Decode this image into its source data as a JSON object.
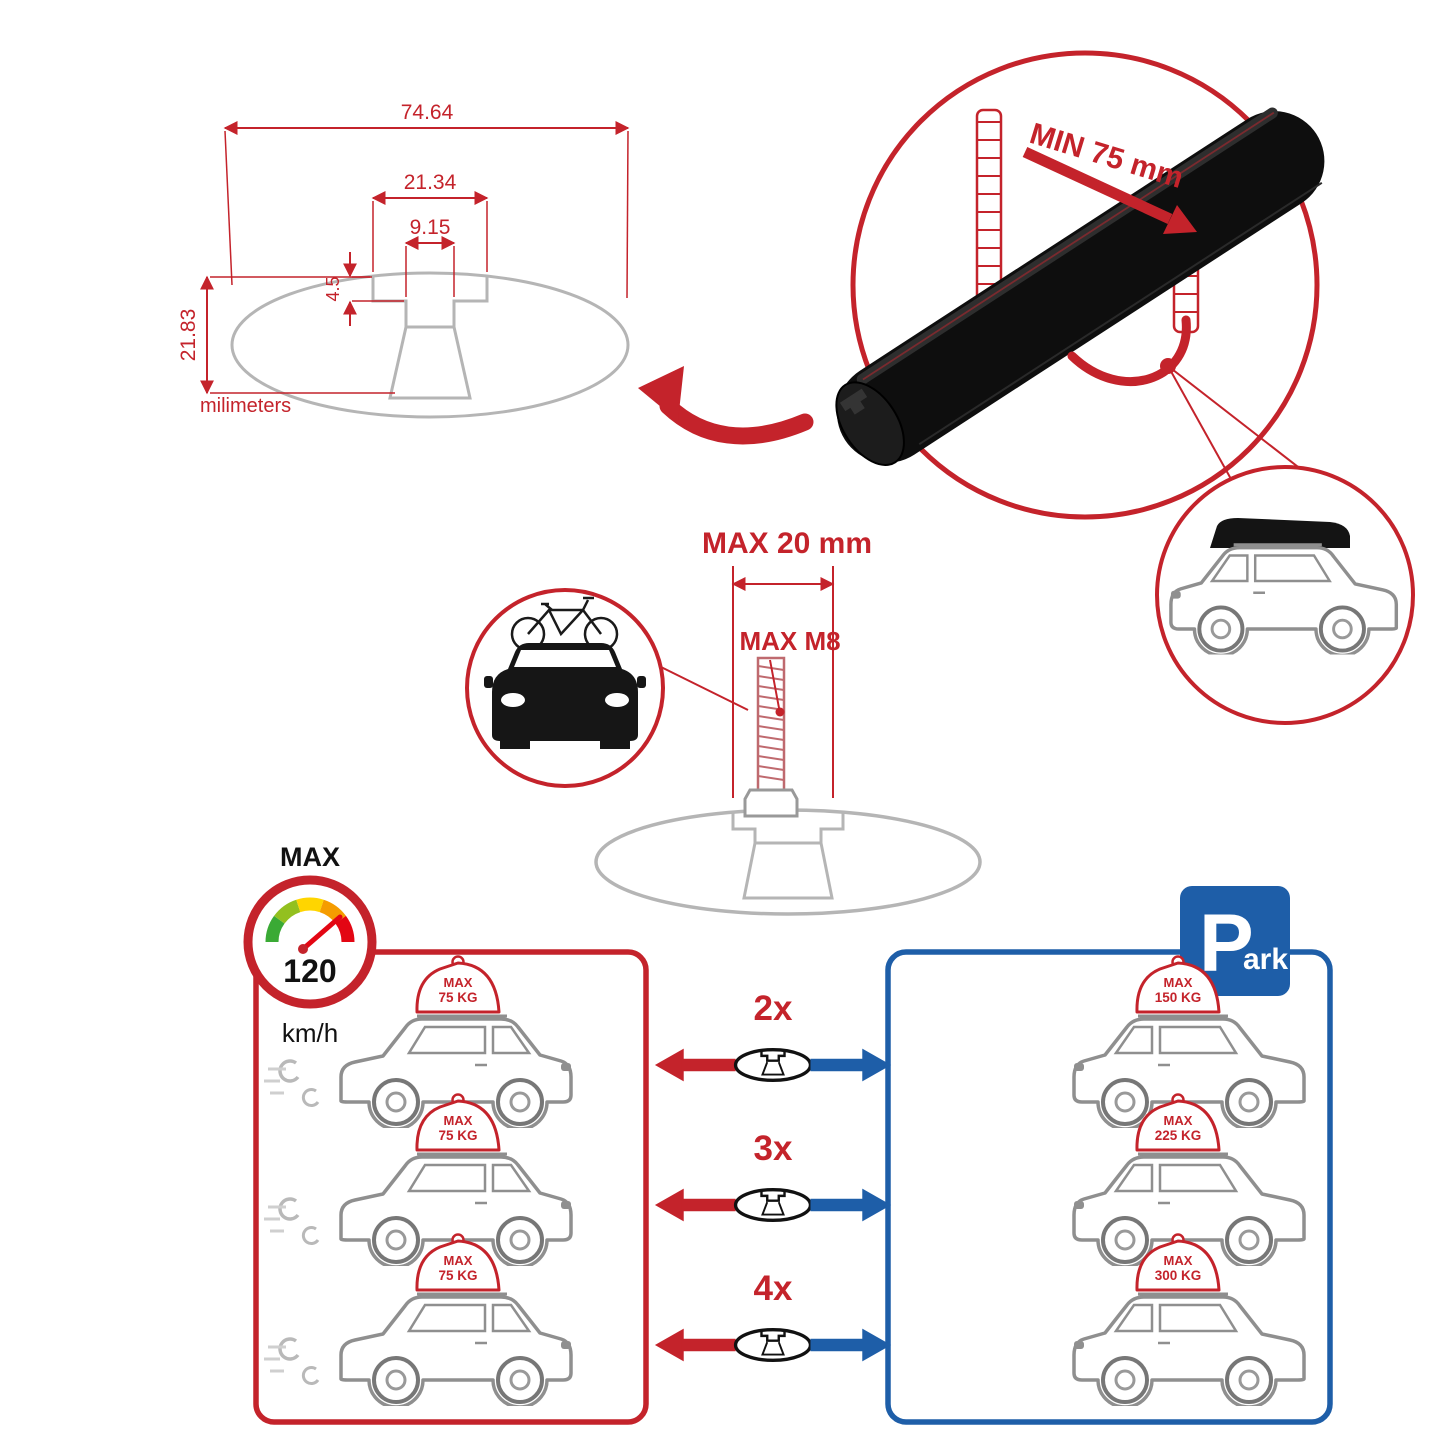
{
  "colors": {
    "red": "#C4232B",
    "blue": "#1E5EA8",
    "gray_line": "#9D9D9C",
    "black": "#1A1A1A"
  },
  "cross_section": {
    "width_total": "74.64",
    "channel_width": "21.34",
    "slot_width": "9.15",
    "lip_depth": "4.5",
    "height": "21.83",
    "units_label": "milimeters"
  },
  "clearance_label": "MIN 75 mm",
  "bolt": {
    "length_label": "MAX 20 mm",
    "thread_label": "MAX M8"
  },
  "speed_limit": {
    "title": "MAX",
    "value": "120",
    "unit": "km/h"
  },
  "driving_panel": {
    "cars": [
      {
        "max": "MAX",
        "load": "75 KG"
      },
      {
        "max": "MAX",
        "load": "75 KG"
      },
      {
        "max": "MAX",
        "load": "75 KG"
      }
    ]
  },
  "quantity_options": [
    {
      "label": "2x"
    },
    {
      "label": "3x"
    },
    {
      "label": "4x"
    }
  ],
  "parking_panel": {
    "sign_p": "P",
    "sign_rest": "ark",
    "cars": [
      {
        "max": "MAX",
        "load": "150 KG"
      },
      {
        "max": "MAX",
        "load": "225 KG"
      },
      {
        "max": "MAX",
        "load": "300 KG"
      }
    ]
  }
}
